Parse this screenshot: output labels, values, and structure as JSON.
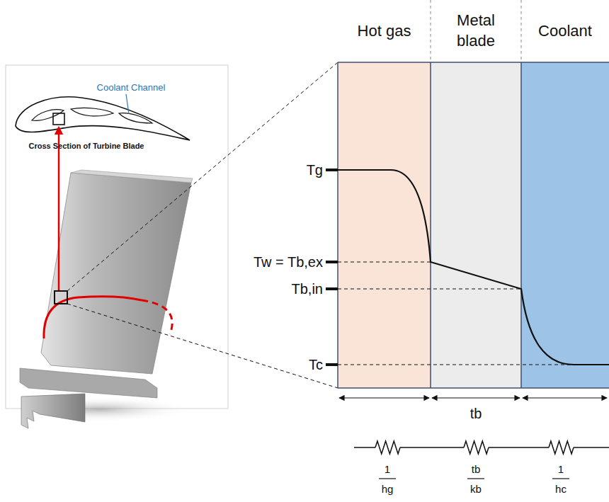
{
  "diagram": {
    "nodes": [
      {
        "text": [
          "Hot gas"
        ]
      },
      {
        "text": [
          "Metal blade"
        ]
      },
      {
        "text": [
          "Coolant"
        ]
      }
    ],
    "labels": [
      "Coolant Channel",
      "Cross Section of Turbine Blade",
      "Tg",
      "Tw = Tb,ex",
      "Tb,in",
      "Tc",
      "tb",
      "1",
      "hg",
      "tb",
      "kb",
      "1",
      "hc"
    ]
  }
}
